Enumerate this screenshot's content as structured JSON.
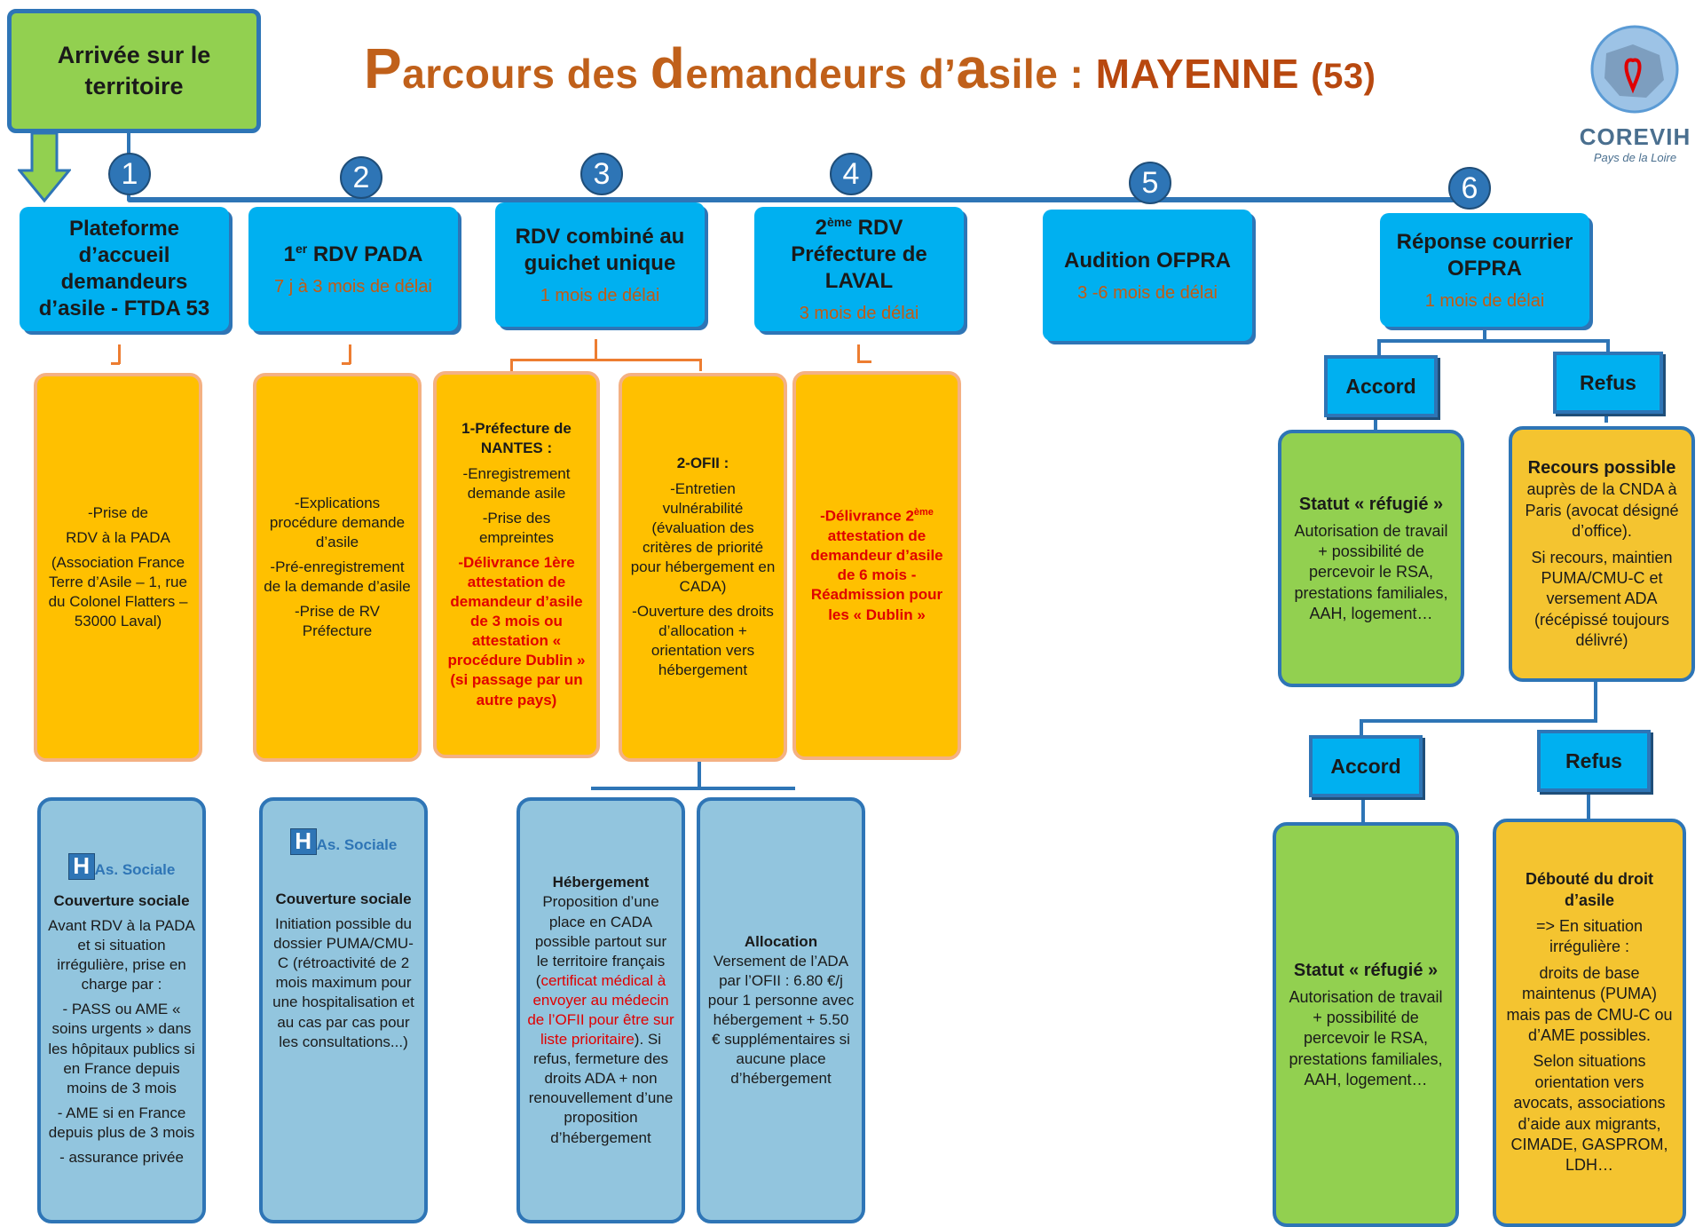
{
  "title": {
    "p1": "P",
    "p2": "arcours des ",
    "d1": "d",
    "d2": "emandeurs d’",
    "a1": "a",
    "a2": "sile : ",
    "dept": "MAYENNE",
    "num": "(53)"
  },
  "arrival": "Arrivée sur le territoire",
  "logo": {
    "name": "COREVIH",
    "sub": "Pays de la Loire"
  },
  "numbers": [
    "1",
    "2",
    "3",
    "4",
    "5",
    "6"
  ],
  "steps": [
    {
      "title": "Plateforme d’accueil demandeurs d’asile - FTDA 53",
      "delay": ""
    },
    {
      "title_pre": "1",
      "title_sup": "er",
      "title_post": " RDV PADA",
      "delay": "7 j à 3 mois de délai"
    },
    {
      "title": "RDV combiné au guichet unique",
      "delay": "1 mois de délai"
    },
    {
      "title_pre": "2",
      "title_sup": "ème",
      "title_post": " RDV Préfecture de LAVAL",
      "delay": "3 mois de délai"
    },
    {
      "title": "Audition OFPRA",
      "delay": "3 -6 mois de délai"
    },
    {
      "title": "Réponse courrier OFPRA",
      "delay": "1 mois de délai"
    }
  ],
  "orange": {
    "o1": {
      "l1": "-Prise de",
      "l2": "RDV à  la PADA",
      "l3": "(Association France Terre d’Asile – 1, rue du Colonel Flatters – 53000 Laval)"
    },
    "o2": {
      "l1": "-Explications procédure demande d’asile",
      "l2": "-Pré-enregistrement de la demande d’asile",
      "l3": "-Prise de RV Préfecture"
    },
    "o3": {
      "h": "1-Préfecture de NANTES  :",
      "l1": "-Enregistrement demande asile",
      "l2": "-Prise des empreintes",
      "r": "-Délivrance 1ère attestation de demandeur d’asile de 3 mois ou attestation « procédure Dublin » (si passage par un autre pays)"
    },
    "o4": {
      "h": "2-OFII :",
      "l1": "-Entretien vulnérabilité (évaluation des critères de priorité pour hébergement en CADA)",
      "l2": "-Ouverture des droits d’allocation + orientation vers hébergement"
    },
    "o5": {
      "r1": "-Délivrance 2",
      "rsup": "ème",
      "r2": " attestation de demandeur d’asile de 6 mois - Réadmission pour les « Dublin »"
    }
  },
  "blue": {
    "as_label": "As. Sociale",
    "h_letter": "H",
    "b1": {
      "h": "Couverture sociale",
      "l1": "Avant RDV à la PADA et si situation irrégulière, prise en charge par :",
      "l2": "- PASS ou AME « soins urgents » dans les hôpitaux publics si en France depuis moins de 3 mois",
      "l3": "- AME si en France depuis plus de 3 mois",
      "l4": "-  assurance privée"
    },
    "b2": {
      "h": "Couverture sociale",
      "l1": "Initiation possible du dossier PUMA/CMU-C (rétroactivité  de  2 mois maximum pour une hospitalisation et au cas par cas pour les consultations...)"
    },
    "b3": {
      "h": "Hébergement",
      "l1": "Proposition d’une place en CADA possible partout sur le territoire français (",
      "r": "certificat médical à envoyer au médecin de l’OFII pour être sur liste prioritaire",
      "l2": "). Si refus, fermeture des droits ADA + non renouvellement d’une proposition d’hébergement"
    },
    "b4": {
      "h": "Allocation",
      "l1": "Versement de l’ADA par l’OFII : 6.80 €/j pour 1 personne avec hébergement + 5.50 € supplémentaires si aucune place d’hébergement"
    }
  },
  "outcomes": {
    "accord1": "Accord",
    "refus1": "Refus",
    "accord2": "Accord",
    "refus2": "Refus",
    "g1": {
      "h": "Statut « réfugié »",
      "l1": "Autorisation de travail + possibilité de percevoir le RSA, prestations familiales, AAH, logement…"
    },
    "y1": {
      "h": "Recours possible",
      "l1": "auprès de la CNDA à Paris (avocat désigné d’office).",
      "l2": "Si recours, maintien PUMA/CMU-C et versement ADA (récépissé toujours délivré)"
    },
    "g2": {
      "h": "Statut « réfugié »",
      "l1": "Autorisation de travail + possibilité de percevoir le RSA, prestations familiales, AAH, logement…"
    },
    "y2": {
      "h": "Débouté du droit d’asile",
      "l1": "=> En situation irrégulière :",
      "l2": "droits de base maintenus (PUMA) mais pas de CMU-C ou d’AME possibles.",
      "l3": "Selon situations orientation vers avocats, associations d’aide aux migrants, CIMADE, GASPROM, LDH…"
    }
  },
  "colors": {
    "blue": "#00b0f0",
    "orange": "#ffc000",
    "green": "#92d050",
    "line": "#2e75b6",
    "red": "#e00000",
    "title": "#c0601a"
  }
}
